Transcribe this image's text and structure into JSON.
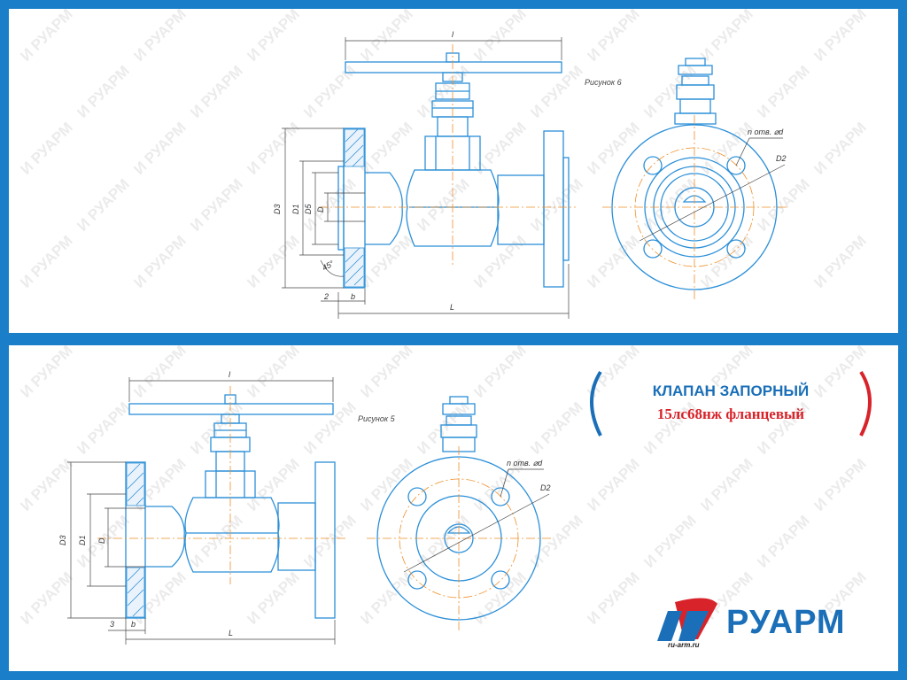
{
  "watermark": {
    "text": "РУАРМ",
    "logo_prefix": "И"
  },
  "figures": {
    "top": {
      "caption": "Рисунок 6"
    },
    "bottom": {
      "caption": "Рисунок 5"
    }
  },
  "dimensions": {
    "top": {
      "handwheel_length": "l",
      "body_length": "L",
      "outer_diameter": "D3",
      "bolt_circle": "D1",
      "raised_face": "D5",
      "bore": "D",
      "chamfer": "45°",
      "face_gap": "2",
      "flange_thickness": "b",
      "bolt_holes": "n отв. ⌀d",
      "hole_circle": "D2"
    },
    "bottom": {
      "handwheel_length": "l",
      "body_length": "L",
      "outer_diameter": "D3",
      "bolt_circle": "D1",
      "bore": "D",
      "face_gap": "3",
      "flange_thickness": "b",
      "bolt_holes": "n отв. ⌀d",
      "hole_circle": "D2"
    }
  },
  "product": {
    "title": "КЛАПАН ЗАПОРНЫЙ",
    "model": "15лс68нж фланцевый"
  },
  "brand": {
    "name": "РУАРМ",
    "site": "ru-arm.ru"
  },
  "colors": {
    "frame": "#1a7fc8",
    "outline": "#2b8fd8",
    "centerline": "#f0902a",
    "title": "#1a6fb8",
    "model": "#d8232a"
  }
}
